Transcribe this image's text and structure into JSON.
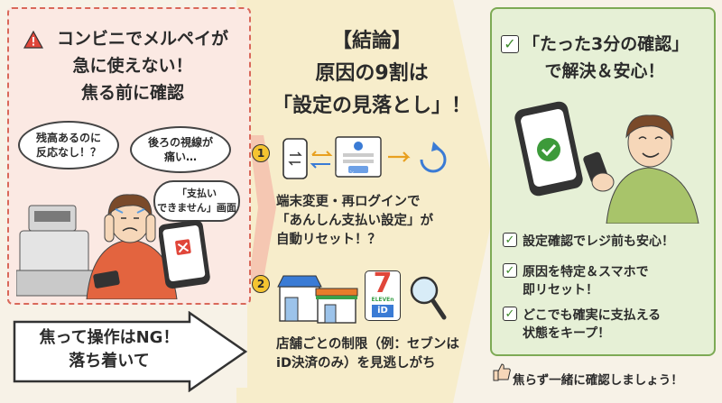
{
  "left": {
    "title_lines": [
      "コンビニでメルペイが",
      "急に使えない！",
      "焦る前に確認"
    ],
    "bubble1": "残高あるのに\n反応なし！？",
    "bubble2": "後ろの視線が\n痛い…",
    "bubble3": "「支払い\nできません」画面",
    "arrow_line1": "焦って操作はNG！",
    "arrow_line2": "落ち着いて"
  },
  "center": {
    "title_lines": [
      "【結論】",
      "原因の9割は",
      "「設定の見落とし」！"
    ],
    "step1_num": "1",
    "step1_text": [
      "端末変更・再ログインで",
      "「あんしん支払い設定」が",
      "自動リセット！？"
    ],
    "login_label": "ログイン",
    "step2_num": "2",
    "step2_text": [
      "店舗ごとの制限（例：セブンは",
      "iD決済のみ）を見逃しがち"
    ],
    "seven_eleven": "ELEVEn",
    "id_logo": "iD"
  },
  "right": {
    "title_lines": [
      "「たった3分の確認」",
      "で解決＆安心！"
    ],
    "benefits": [
      [
        "設定確認でレジ前も安心！"
      ],
      [
        "原因を特定＆スマホで",
        "即リセット！"
      ],
      [
        "どこでも確実に支払える",
        "状態をキープ！"
      ]
    ],
    "footer": "焦らず一緒に確認しましょう！"
  },
  "colors": {
    "left_bg": "#fbe9e3",
    "left_border": "#d9685a",
    "right_bg": "#e6f0d6",
    "right_border": "#7daa55",
    "accent_yellow": "#f4c430"
  }
}
